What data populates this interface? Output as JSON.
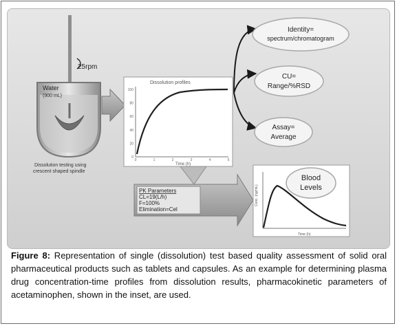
{
  "apparatus": {
    "label_top": "25rpm",
    "label_water": "Water",
    "label_volume": "(900 mL)",
    "caption_line1": "Dissolution testing using",
    "caption_line2": "crescent shaped spindle"
  },
  "dissolution_chart": {
    "title": "Dissolution profiles",
    "xlabel": "Time (h)",
    "y_ticks": [
      "100",
      "80",
      "60",
      "40",
      "20",
      "0"
    ],
    "x_ticks": [
      "0",
      "1",
      "2",
      "3",
      "4",
      "5"
    ]
  },
  "outputs": {
    "identity": {
      "line1": "Identity=",
      "line2": "spectrum/chromatogram"
    },
    "cu": {
      "line1": "CU=",
      "line2": "Range/%RSD"
    },
    "assay": {
      "line1": "Assay=",
      "line2": "Average"
    }
  },
  "pk_box": {
    "line1": "PK Parameters",
    "line2": "CL=19(L/h)",
    "line3": "F=100%",
    "line4": "Elimination=Cel"
  },
  "blood_chart": {
    "label_line1": "Blood",
    "label_line2": "Levels",
    "xlabel": "Time (h)",
    "ylabel": "Conc. (ng/mL)"
  },
  "caption": {
    "label": "Figure 8:",
    "text": " Representation of single (dissolution) test based quality assessment of solid oral pharmaceutical products such as tablets and capsules. As an example for determining plasma drug concentration-time profiles from dissolution results, pharmacokinetic parameters of acetaminophen, shown in the inset, are used."
  },
  "colors": {
    "panel": "#dcdcdc",
    "arrow": "#1a1a1a",
    "big_arrow": "#9a9a9a"
  }
}
